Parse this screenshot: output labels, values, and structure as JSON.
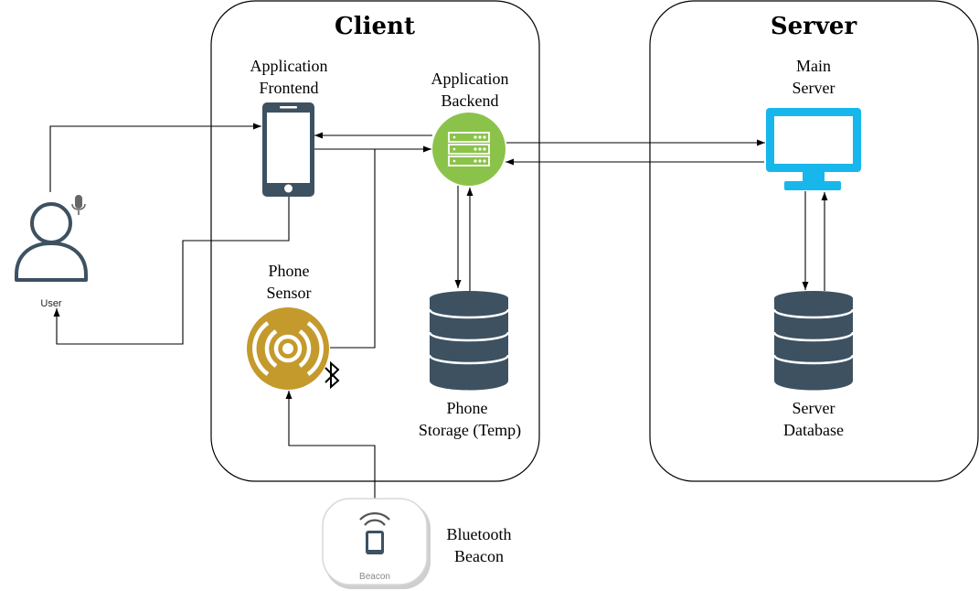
{
  "containers": {
    "client": {
      "title": "Client"
    },
    "server": {
      "title": "Server"
    }
  },
  "nodes": {
    "app_frontend": {
      "label": [
        "Application",
        "Frontend"
      ],
      "icon": "smartphone-icon"
    },
    "app_backend": {
      "label": [
        "Application",
        "Backend"
      ],
      "icon": "server-rack-icon"
    },
    "phone_sensor": {
      "label": [
        "Phone",
        "Sensor"
      ],
      "icon": "signal-sensor-icon",
      "badge_icon": "bluetooth-icon"
    },
    "phone_storage": {
      "label": [
        "Phone",
        "Storage (Temp)"
      ],
      "icon": "database-icon"
    },
    "main_server": {
      "label": [
        "Main",
        "Server"
      ],
      "icon": "monitor-icon"
    },
    "server_database": {
      "label": [
        "Server",
        "Database"
      ],
      "icon": "database-icon"
    },
    "user": {
      "label": "User",
      "icon": "user-icon",
      "badge_icon": "microphone-icon"
    },
    "beacon": {
      "label": [
        "Bluetooth",
        "Beacon"
      ],
      "device_text": "Beacon",
      "icon": "beacon-device-icon"
    }
  },
  "colors": {
    "icon_dark": "#3d5161",
    "backend_green": "#8bc34a",
    "sensor_gold": "#c49a2c",
    "monitor_blue": "#17b7ec"
  }
}
